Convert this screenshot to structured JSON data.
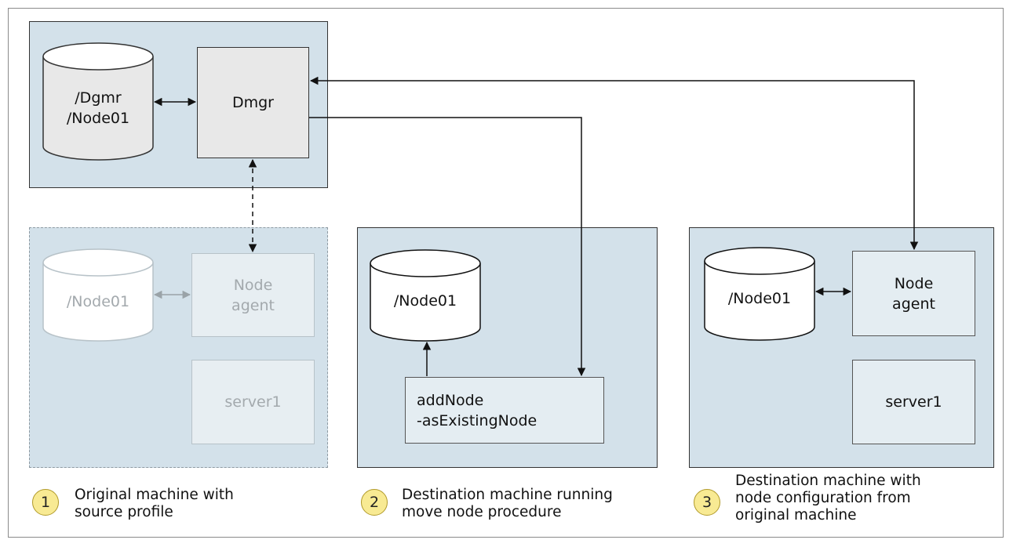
{
  "top": {
    "dmgr_label": "Dmgr",
    "repo_label": "/Dgmr\n/Node01"
  },
  "panel1": {
    "repo_label": "/Node01",
    "agent_label": "Node\nagent",
    "server_label": "server1",
    "badge": "1",
    "caption": "Original machine with\nsource profile"
  },
  "panel2": {
    "repo_label": "/Node01",
    "command_label": "addNode\n-asExistingNode",
    "badge": "2",
    "caption": "Destination machine running\nmove node procedure"
  },
  "panel3": {
    "repo_label": "/Node01",
    "agent_label": "Node\nagent",
    "server_label": "server1",
    "badge": "3",
    "caption": "Destination machine with\nnode configuration from\noriginal machine"
  },
  "colors": {
    "panel_fill": "#d3e1ea",
    "badge_fill": "#f8ea93",
    "ghost_text": "#a3a9ad"
  }
}
